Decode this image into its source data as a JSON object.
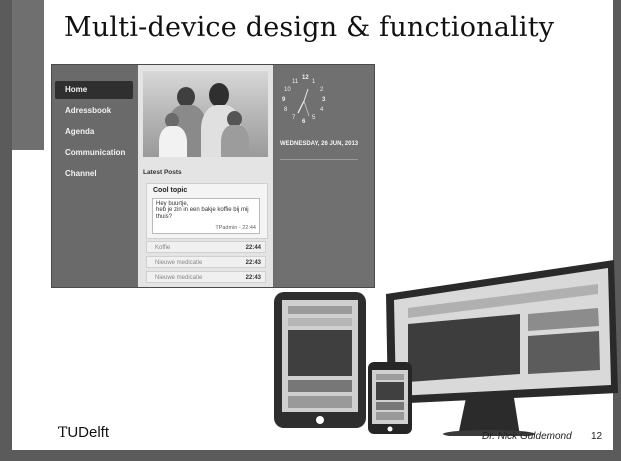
{
  "slide": {
    "title": "Multi-device design & functionality",
    "footer_logo_prefix": "T",
    "footer_logo_suffix": "UDelft",
    "author": "Dr. Nick Guldemond",
    "page_number": "12"
  },
  "app": {
    "nav_items": [
      {
        "label": "Home",
        "active": true
      },
      {
        "label": "Adressbook",
        "active": false
      },
      {
        "label": "Agenda",
        "active": false
      },
      {
        "label": "Communication",
        "active": false
      },
      {
        "label": "Channel",
        "active": false
      }
    ],
    "latest_posts_label": "Latest Posts",
    "topic": {
      "title": "Cool topic",
      "message": "Hey buurtje,\nheb je zin in een bakje koffie bij mij thuis?",
      "meta": "TPadmin - 22:44"
    },
    "posts": [
      {
        "label": "Koffie",
        "time": "22:44"
      },
      {
        "label": "Nieuwe medicatie",
        "time": "22:43"
      },
      {
        "label": "Nieuwe medicatie",
        "time": "22:43"
      }
    ],
    "clock_numbers": [
      "11",
      "12",
      "1",
      "10",
      "2",
      "9",
      "3",
      "8",
      "4",
      "7",
      "6",
      "5"
    ],
    "date": "WEDNESDAY, 26 JUN, 2013"
  },
  "colors": {
    "background": "#5b5b5b",
    "paper": "#ffffff",
    "nav": "#6a6a6a",
    "nav_active": "#2f2f2f"
  }
}
